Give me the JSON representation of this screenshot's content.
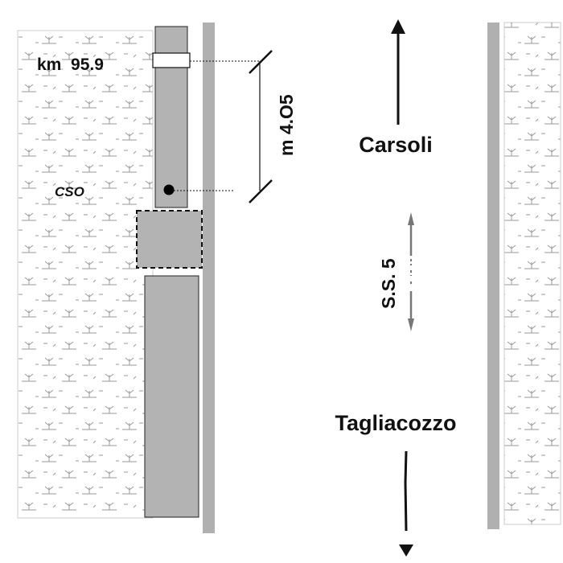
{
  "labels": {
    "km_marker": "km  95.9",
    "cso": "CSO",
    "distance": "m 4.O5",
    "road_name": "S.S. 5",
    "destination_north": "Carsoli",
    "destination_south": "Tagliacozzo"
  },
  "icons": {
    "vegetation": "shrub-pattern-icon",
    "north_arrow": "arrow-up-icon",
    "south_arrow": "arrow-down-icon",
    "two_way": "double-arrow-icon"
  },
  "colors": {
    "verge": "#ffffff",
    "vegetation_stroke": "#9a9a9a",
    "parking_fill": "#b3b3b3",
    "kerb": "#b0b0b0",
    "road_ink": "#111111",
    "centre_arrow": "#777777"
  }
}
